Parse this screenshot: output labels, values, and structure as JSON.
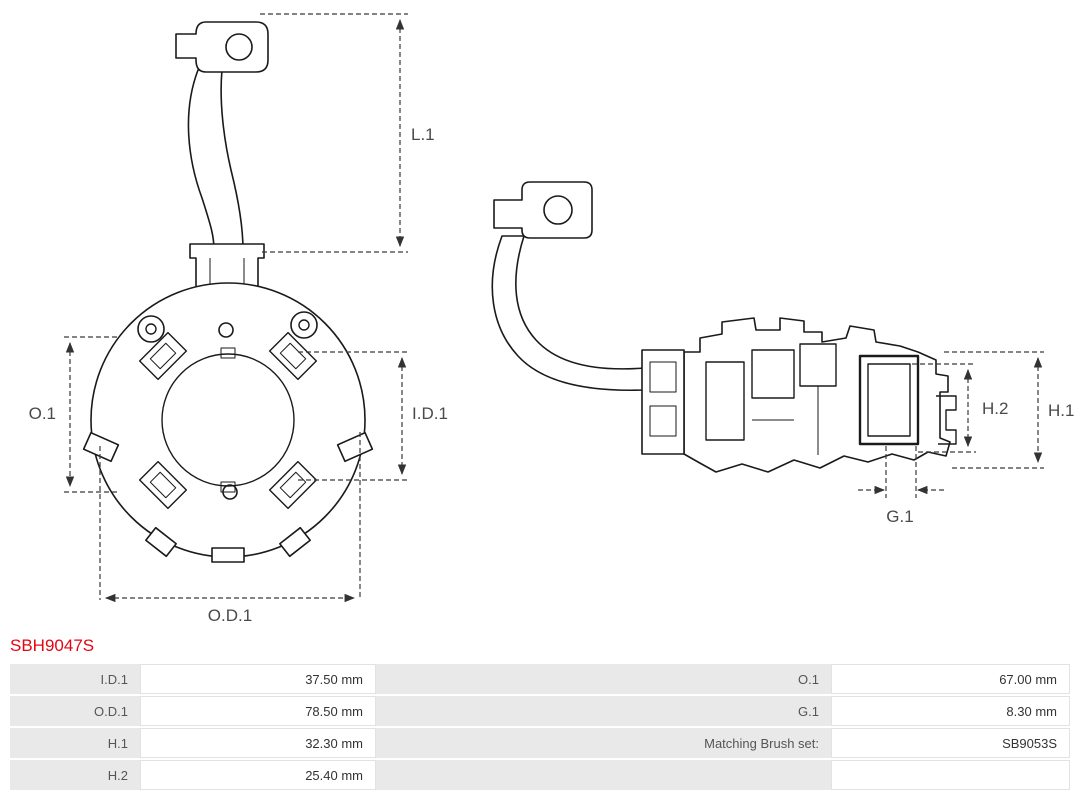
{
  "colors": {
    "part_number": "#e30613"
  },
  "part_number": "SBH9047S",
  "diagram": {
    "dimension_labels": {
      "l1": "L.1",
      "o1": "O.1",
      "id1": "I.D.1",
      "od1": "O.D.1",
      "h2": "H.2",
      "h1": "H.1",
      "g1": "G.1"
    }
  },
  "spec_table": {
    "rows": [
      {
        "left_label": "I.D.1",
        "left_value": "37.50 mm",
        "right_label": "O.1",
        "right_value": "67.00 mm"
      },
      {
        "left_label": "O.D.1",
        "left_value": "78.50 mm",
        "right_label": "G.1",
        "right_value": "8.30 mm"
      },
      {
        "left_label": "H.1",
        "left_value": "32.30 mm",
        "right_label": "Matching Brush set:",
        "right_value": "SB9053S"
      },
      {
        "left_label": "H.2",
        "left_value": "25.40 mm",
        "right_label": "",
        "right_value": ""
      }
    ]
  }
}
